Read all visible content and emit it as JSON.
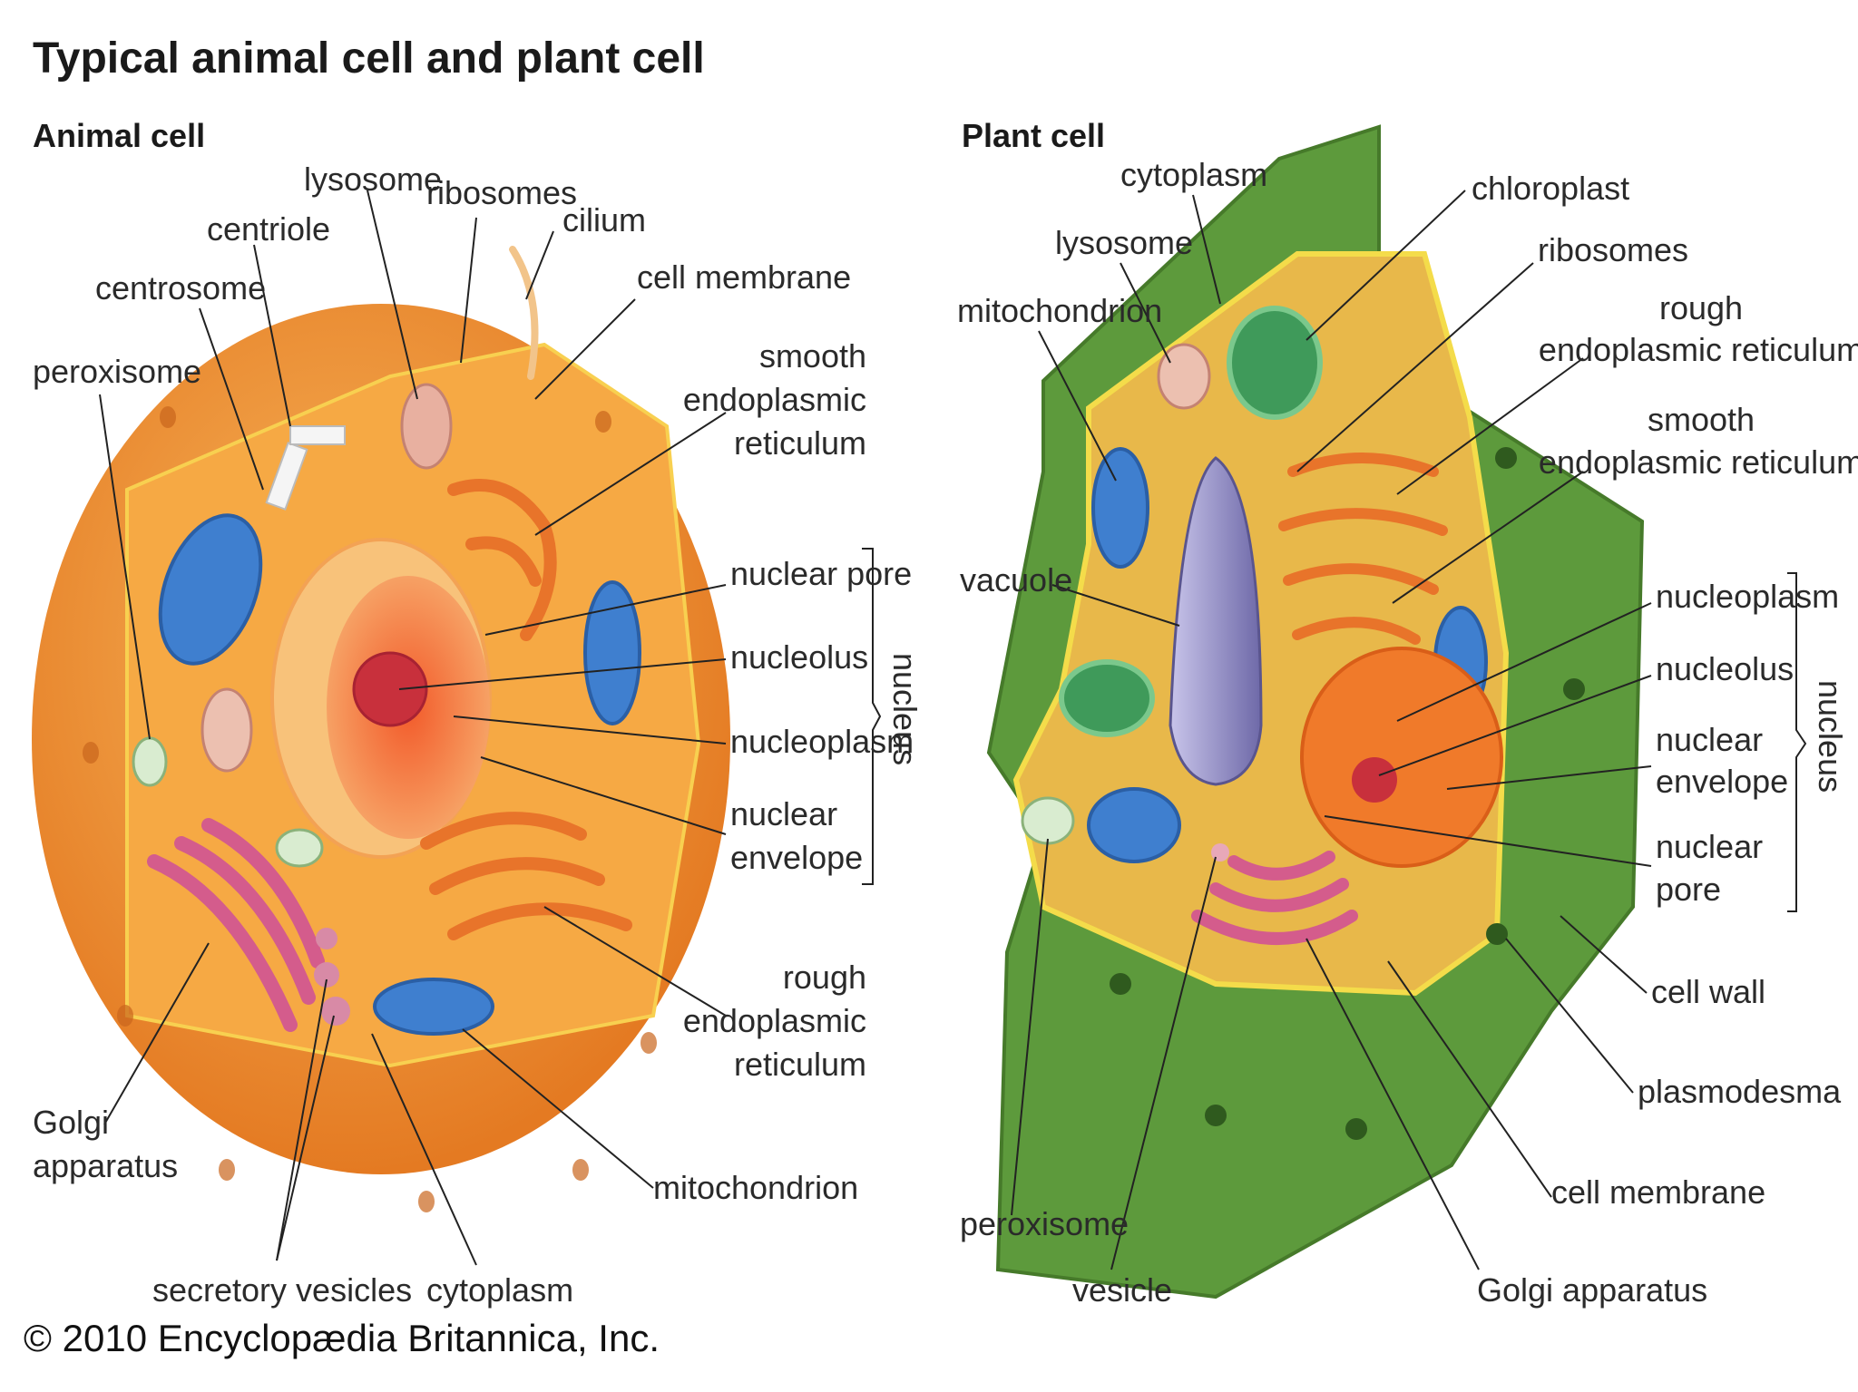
{
  "title": "Typical animal cell and plant cell",
  "copyright": "© 2010 Encyclopædia Britannica, Inc.",
  "animal": {
    "heading": "Animal cell",
    "labels": {
      "lysosome": "lysosome",
      "ribosomes": "ribosomes",
      "centriole": "centriole",
      "cilium": "cilium",
      "centrosome": "centrosome",
      "cell_membrane": "cell membrane",
      "peroxisome": "peroxisome",
      "smooth_er": [
        "smooth",
        "endoplasmic",
        "reticulum"
      ],
      "nuclear_pore": "nuclear pore",
      "nucleolus": "nucleolus",
      "nucleoplasm": "nucleoplasm",
      "nuclear_envelope": [
        "nuclear",
        "envelope"
      ],
      "nucleus": "nucleus",
      "rough_er": [
        "rough",
        "endoplasmic",
        "reticulum"
      ],
      "golgi": [
        "Golgi",
        "apparatus"
      ],
      "mitochondrion": "mitochondrion",
      "secretory_vesicles": "secretory vesicles",
      "cytoplasm": "cytoplasm"
    }
  },
  "plant": {
    "heading": "Plant cell",
    "labels": {
      "cytoplasm": "cytoplasm",
      "chloroplast": "chloroplast",
      "lysosome": "lysosome",
      "ribosomes": "ribosomes",
      "mitochondrion": "mitochondrion",
      "rough_er": [
        "rough",
        "endoplasmic reticulum"
      ],
      "smooth_er": [
        "smooth",
        "endoplasmic reticulum"
      ],
      "vacuole": "vacuole",
      "nucleoplasm": "nucleoplasm",
      "nucleolus": "nucleolus",
      "nuclear_envelope": [
        "nuclear",
        "envelope"
      ],
      "nuclear_pore": [
        "nuclear",
        "pore"
      ],
      "nucleus": "nucleus",
      "cell_wall": "cell wall",
      "plasmodesma": "plasmodesma",
      "cell_membrane": "cell membrane",
      "peroxisome": "peroxisome",
      "vesicle": "vesicle",
      "golgi": "Golgi apparatus"
    }
  },
  "colors": {
    "animal_outer": "#f08a2c",
    "animal_inner": "#f5b04a",
    "plant_wall": "#5d9a3c",
    "plant_cytoplasm": "#e8b84a",
    "mitochondrion": "#3f7fcf",
    "golgi": "#d45c8c",
    "vacuole": "#8a86c4",
    "chloroplast": "#3f9a5a"
  }
}
